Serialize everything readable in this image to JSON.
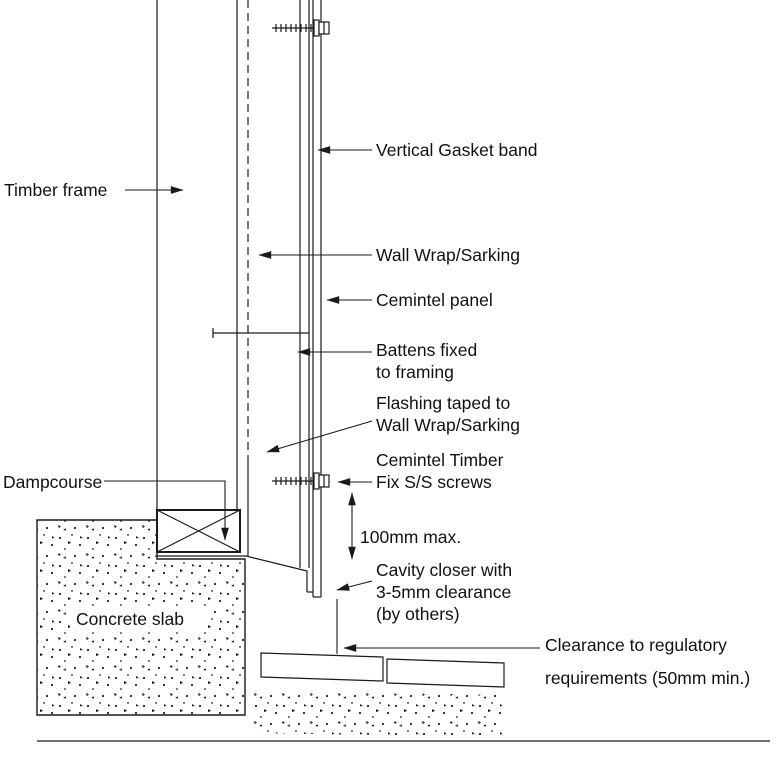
{
  "colors": {
    "line": "#1a1a1a",
    "text": "#111111",
    "background": "#ffffff"
  },
  "labels": {
    "timber_frame": "Timber frame",
    "vertical_gasket_band": "Vertical Gasket band",
    "wall_wrap_sarking": "Wall Wrap/Sarking",
    "cemintel_panel": "Cemintel panel",
    "battens_line1": "Battens fixed",
    "battens_line2": "to framing",
    "flashing_line1": "Flashing taped to",
    "flashing_line2": "Wall Wrap/Sarking",
    "screws_line1": "Cemintel Timber",
    "screws_line2": "Fix S/S screws",
    "dim_100mm": "100mm max.",
    "cavity_line1": "Cavity closer with",
    "cavity_line2": "3-5mm clearance",
    "cavity_line3": "(by others)",
    "dampcourse": "Dampcourse",
    "concrete_slab": "Concrete slab",
    "clearance_line1": "Clearance to regulatory",
    "clearance_line2": "requirements (50mm min.)"
  }
}
